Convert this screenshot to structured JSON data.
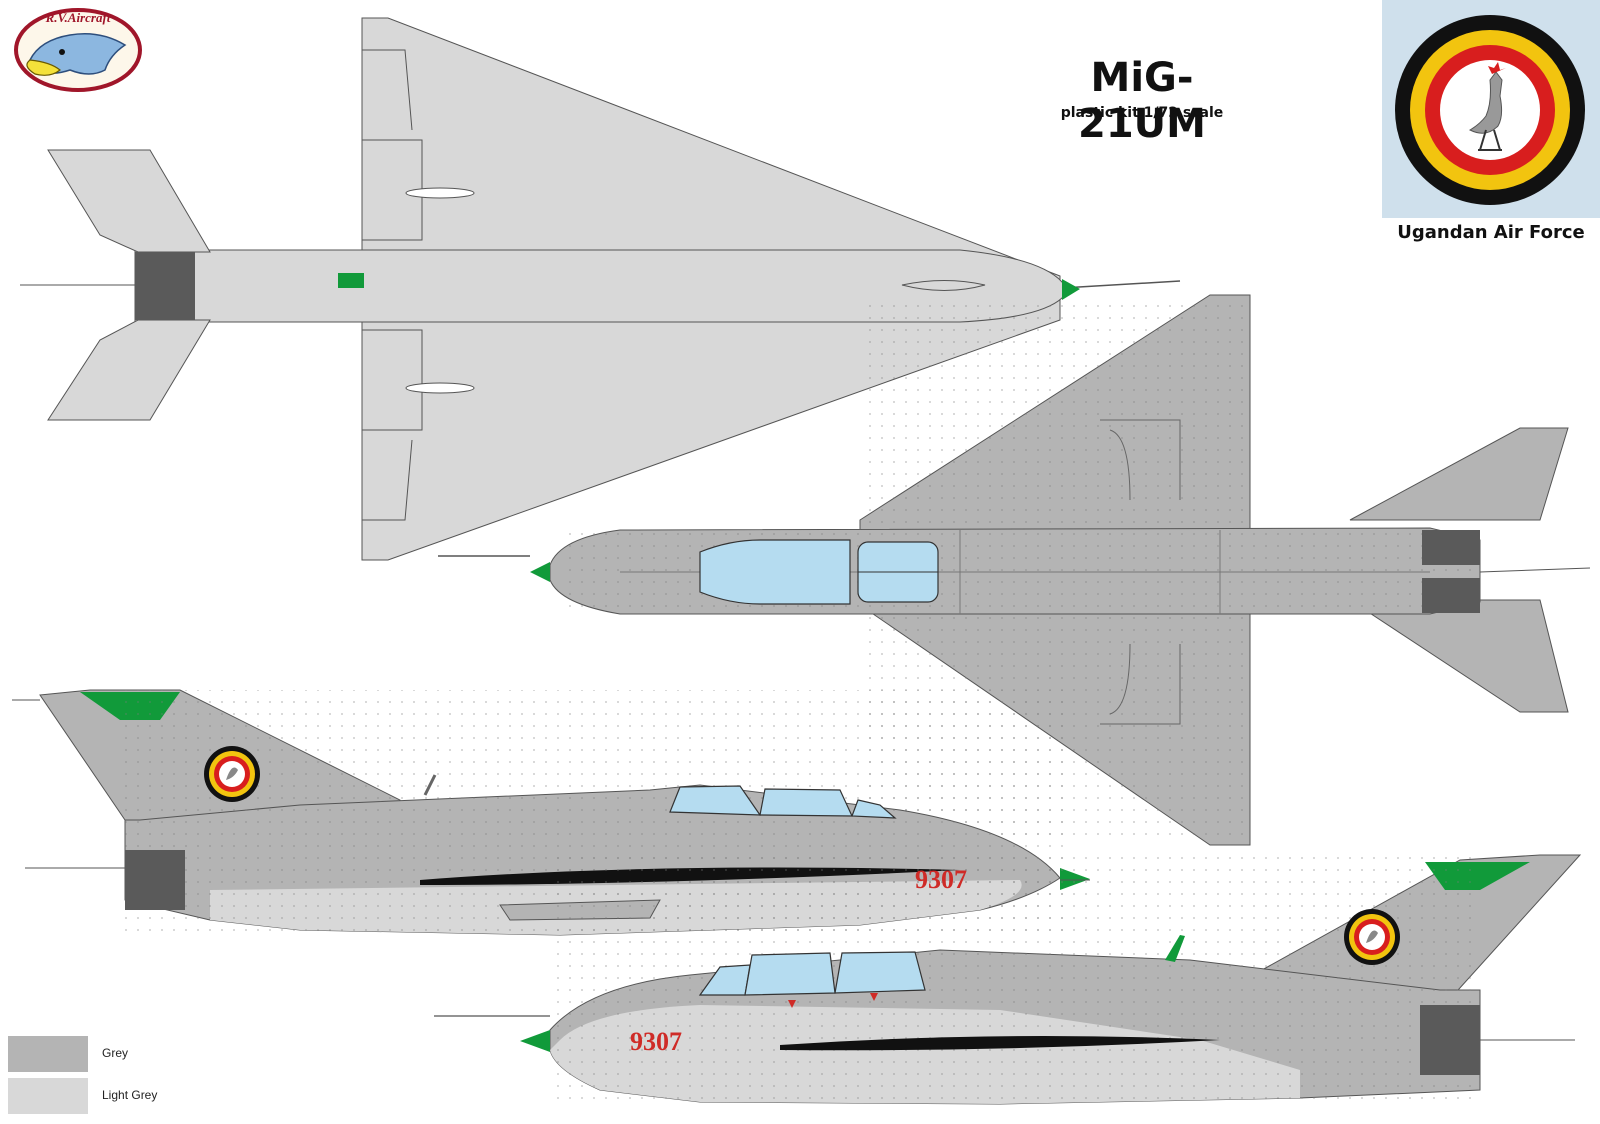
{
  "header": {
    "logo_text": "R.V.Aircraft",
    "title": "MiG-21UM",
    "subtitle": "plastic kit 1/72 scale"
  },
  "insignia": {
    "force_name": "Ugandan Air Force",
    "roundel_colors": [
      "#111111",
      "#f2c40f",
      "#d81e1e",
      "#ffffff"
    ]
  },
  "aircraft": {
    "serial": "9307",
    "colors": {
      "grey": "#b4b4b4",
      "light_grey": "#d8d8d8",
      "panel_green": "#119a3a",
      "serial_red": "#cf2b27",
      "canopy": "#b5dcf0",
      "exhaust": "#5a5a5a"
    }
  },
  "legend": [
    {
      "label": "Grey",
      "color": "#b4b4b4"
    },
    {
      "label": "Light Grey",
      "color": "#d8d8d8"
    }
  ]
}
